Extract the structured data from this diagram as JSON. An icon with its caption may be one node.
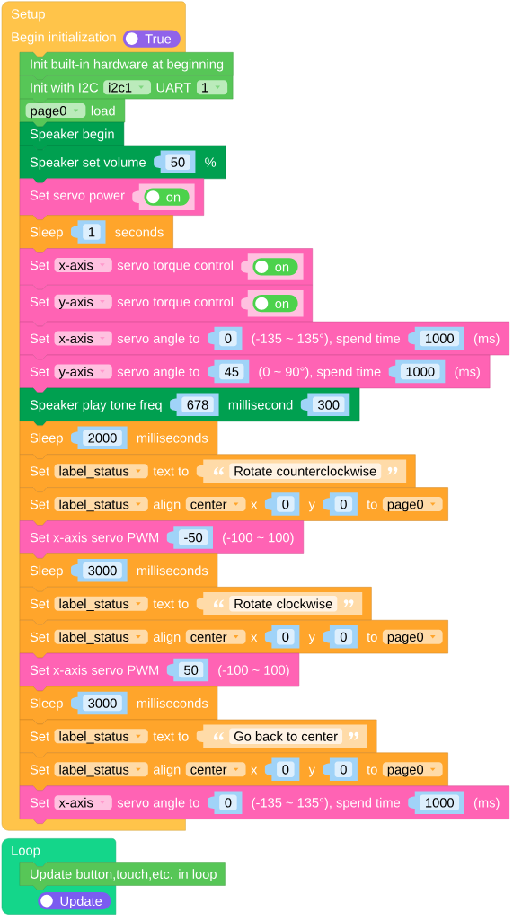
{
  "diagram": {
    "nodes": [
      {
        "text": [
          "Setup",
          "Begin initialization"
        ]
      },
      {
        "text": [
          "True"
        ],
        "in": 0
      },
      {
        "text": [
          "Init built-in hardware at beginning"
        ]
      },
      {
        "text": [
          "Init with I2C",
          "UART"
        ]
      },
      {
        "text": [
          "i2c1"
        ],
        "in": 3
      },
      {
        "text": [
          "1"
        ],
        "in": 3
      },
      {
        "text": [
          "load"
        ],
        "in": 0
      },
      {
        "text": [
          "page0"
        ],
        "in": 6
      },
      {
        "text": [
          "Speaker begin"
        ],
        "in": 0
      },
      {
        "text": [
          "Speaker set volume",
          "%"
        ]
      },
      {
        "text": [
          "50"
        ],
        "in": 9
      },
      {
        "text": [
          "Set servo power"
        ]
      },
      {
        "text": [
          "on"
        ],
        "in": 11
      },
      {
        "text": [
          "Sleep",
          "seconds"
        ],
        "in": 0
      },
      {
        "text": [
          "1"
        ],
        "in": 13
      },
      {
        "text": [
          "Set",
          "servo torque control"
        ]
      },
      {
        "text": [
          "x-axis"
        ],
        "in": 15
      },
      {
        "text": [
          "on"
        ],
        "in": 15
      },
      {
        "text": [
          "Set",
          "servo torque control"
        ]
      },
      {
        "text": [
          "y-axis"
        ],
        "in": 18
      },
      {
        "text": [
          "on"
        ],
        "in": 18
      },
      {
        "text": [
          "Set",
          "servo angle to",
          "(-135 ~ 135°), spend time",
          "(ms)"
        ]
      },
      {
        "text": [
          "x-axis"
        ],
        "in": 21
      },
      {
        "text": [
          "0"
        ],
        "in": 21
      },
      {
        "text": [
          "1000"
        ],
        "in": 21
      },
      {
        "text": [
          "Set",
          "servo angle to",
          "(0 ~ 90°), spend time",
          "(ms)"
        ]
      },
      {
        "text": [
          "y-axis"
        ],
        "in": 25
      },
      {
        "text": [
          "45"
        ],
        "in": 25
      },
      {
        "text": [
          "1000"
        ],
        "in": 25
      },
      {
        "text": [
          "Speaker play tone freq",
          "millisecond"
        ]
      },
      {
        "text": [
          "678"
        ],
        "in": 29
      },
      {
        "text": [
          "300"
        ],
        "in": 29
      },
      {
        "text": [
          "Sleep",
          "milliseconds"
        ]
      },
      {
        "text": [
          "2000"
        ],
        "in": 32
      },
      {
        "text": [
          "Set",
          "text to"
        ]
      },
      {
        "text": [
          "label_status"
        ],
        "in": 34
      },
      {
        "text": [
          "Rotate counterclockwise"
        ],
        "in": 34
      },
      {
        "text": [
          "Set",
          "align",
          "x",
          "y",
          "to"
        ]
      },
      {
        "text": [
          "label_status"
        ],
        "in": 37
      },
      {
        "text": [
          "center"
        ],
        "in": 37
      },
      {
        "text": [
          "0"
        ],
        "in": 37
      },
      {
        "text": [
          "0"
        ],
        "in": 37
      },
      {
        "text": [
          "page0"
        ],
        "in": 37
      },
      {
        "text": [
          "Set x-axis servo PWM",
          "(-100 ~ 100)"
        ]
      },
      {
        "text": [
          "-50"
        ],
        "in": 43
      },
      {
        "text": [
          "Sleep",
          "milliseconds"
        ]
      },
      {
        "text": [
          "3000"
        ],
        "in": 45
      },
      {
        "text": [
          "Set",
          "text to"
        ]
      },
      {
        "text": [
          "label_status"
        ],
        "in": 47
      },
      {
        "text": [
          "Rotate clockwise"
        ],
        "in": 47
      },
      {
        "text": [
          "Set",
          "align",
          "x",
          "y",
          "to"
        ]
      },
      {
        "text": [
          "label_status"
        ],
        "in": 50
      },
      {
        "text": [
          "center"
        ],
        "in": 50
      },
      {
        "text": [
          "0"
        ],
        "in": 50
      },
      {
        "text": [
          "0"
        ],
        "in": 50
      },
      {
        "text": [
          "page0"
        ],
        "in": 50
      },
      {
        "text": [
          "Set x-axis servo PWM",
          "(-100 ~ 100)"
        ]
      },
      {
        "text": [
          "50"
        ],
        "in": 56
      },
      {
        "text": [
          "Sleep",
          "milliseconds"
        ]
      },
      {
        "text": [
          "3000"
        ],
        "in": 58
      },
      {
        "text": [
          "Set",
          "text to"
        ]
      },
      {
        "text": [
          "label_status"
        ],
        "in": 60
      },
      {
        "text": [
          "Go back to center"
        ],
        "in": 60
      },
      {
        "text": [
          "Set",
          "align",
          "x",
          "y",
          "to"
        ]
      },
      {
        "text": [
          "label_status"
        ],
        "in": 63
      },
      {
        "text": [
          "center"
        ],
        "in": 63
      },
      {
        "text": [
          "0"
        ],
        "in": 63
      },
      {
        "text": [
          "0"
        ],
        "in": 63
      },
      {
        "text": [
          "page0"
        ],
        "in": 63
      },
      {
        "text": [
          "Set",
          "servo angle to",
          "(-135 ~ 135°), spend time",
          "(ms)"
        ]
      },
      {
        "text": [
          "x-axis"
        ],
        "in": 69
      },
      {
        "text": [
          "0"
        ],
        "in": 69
      },
      {
        "text": [
          "1000"
        ],
        "in": 69
      },
      {
        "text": [
          "Loop"
        ]
      },
      {
        "text": [
          "Update button,touch,etc. in loop"
        ]
      },
      {
        "text": [
          "Update"
        ],
        "in": 73
      }
    ]
  }
}
